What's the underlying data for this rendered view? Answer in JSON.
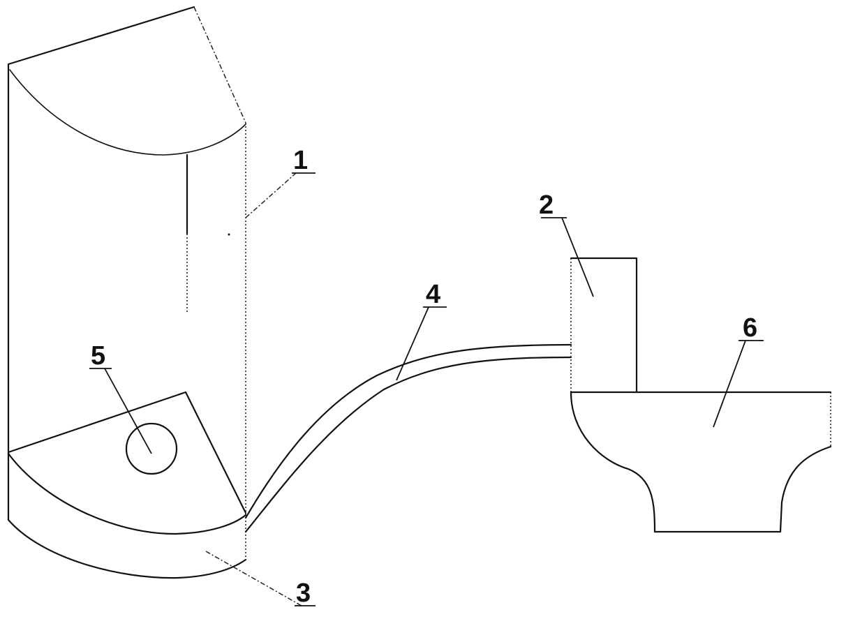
{
  "diagram": {
    "labels": {
      "label_1": "1",
      "label_2": "2",
      "label_3": "3",
      "label_4": "4",
      "label_5": "5",
      "label_6": "6"
    },
    "line_color": "#111111",
    "background": "#ffffff"
  }
}
